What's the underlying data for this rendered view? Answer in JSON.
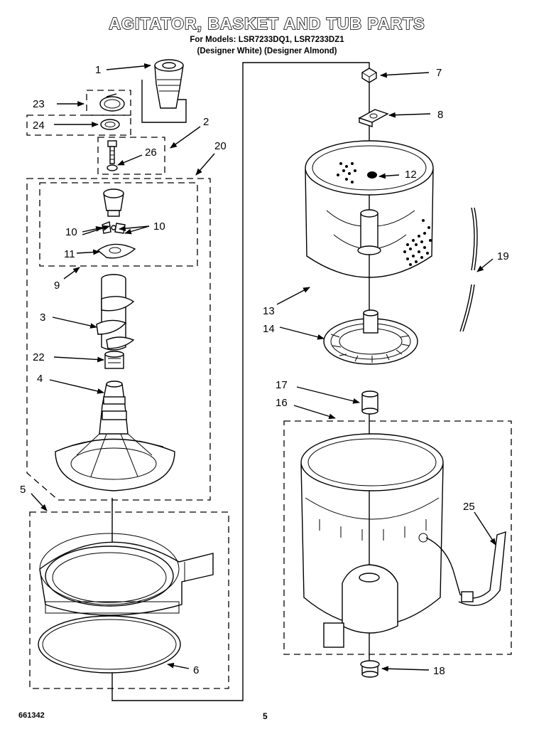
{
  "header": {
    "title": "AGITATOR, BASKET AND TUB PARTS",
    "models": "For Models: LSR7233DQ1, LSR7233DZ1",
    "variants": "(Designer White) (Designer Almond)"
  },
  "callouts": {
    "c1": "1",
    "c2": "2",
    "c3": "3",
    "c4": "4",
    "c5": "5",
    "c6": "6",
    "c7": "7",
    "c8": "8",
    "c9": "9",
    "c10a": "10",
    "c10b": "10",
    "c11": "11",
    "c12": "12",
    "c13": "13",
    "c14": "14",
    "c16": "16",
    "c17": "17",
    "c18": "18",
    "c19": "19",
    "c20": "20",
    "c22": "22",
    "c23": "23",
    "c24": "24",
    "c25": "25",
    "c26": "26"
  },
  "footer": {
    "code": "661342",
    "page": "5"
  }
}
